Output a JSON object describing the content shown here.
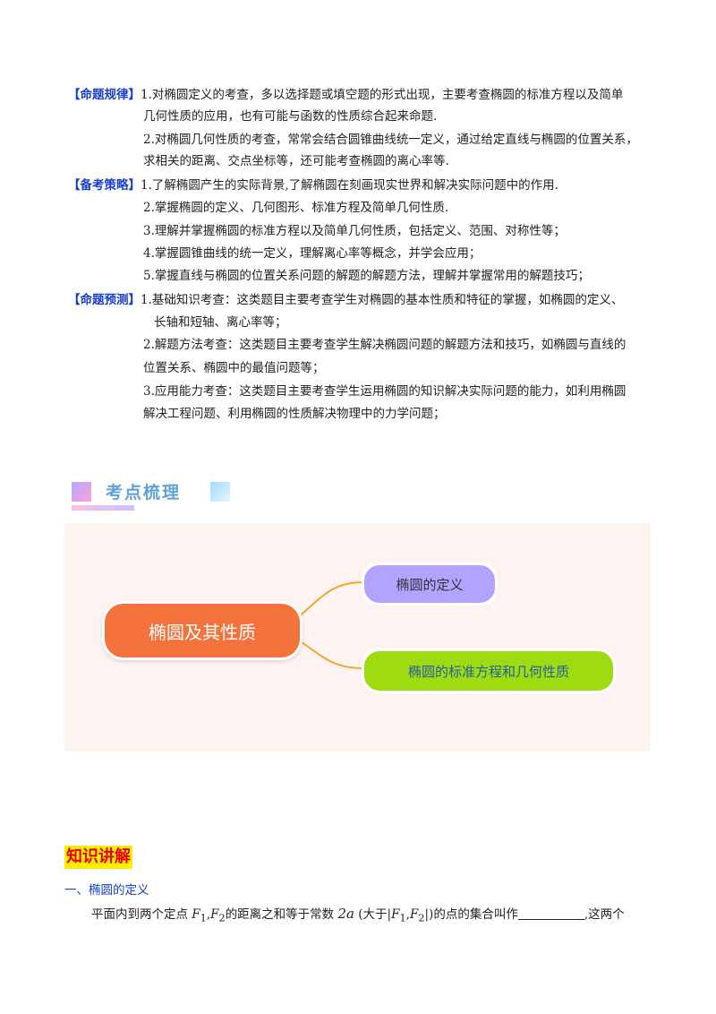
{
  "rules": {
    "tag": "【命题规律】",
    "l1": "1.对椭圆定义的考查，多以选择题或填空题的形式出现，主要考查椭圆的标准方程以及简单",
    "l2": "几何性质的应用，也有可能与函数的性质综合起来命题.",
    "l3": "2.对椭圆几何性质的考查，常常会结合圆锥曲线统一定义，通过给定直线与椭圆的位置关系，",
    "l4": "求相关的距离、交点坐标等，还可能考查椭圆的离心率等."
  },
  "strategy": {
    "tag": "【备考策略】",
    "l1": "1.了解椭圆产生的实际背景,了解椭圆在刻画现实世界和解决实际问题中的作用.",
    "l2": "2.掌握椭圆的定义、几何图形、标准方程及简单几何性质.",
    "l3": "3.理解并掌握椭圆的标准方程以及简单几何性质，包括定义、范围、对称性等；",
    "l4": "4.掌握圆锥曲线的统一定义，理解离心率等概念，并学会应用；",
    "l5": "5.掌握直线与椭圆的位置关系问题的解题的解题方法，理解并掌握常用的解题技巧；"
  },
  "forecast": {
    "tag": "【命题预测】",
    "l1": "1.基础知识考查：这类题目主要考查学生对椭圆的基本性质和特征的掌握，如椭圆的定义、",
    "l2": "长轴和短轴、离心率等；",
    "l3": "2.解题方法考查：这类题目主要考查学生解决椭圆问题的解题方法和技巧，如椭圆与直线的",
    "l4": "位置关系、椭圆中的最值问题等；",
    "l5": "3.应用能力考查：这类题目主要考查学生运用椭圆的知识解决实际问题的能力，如利用椭圆",
    "l6": "解决工程问题、利用椭圆的性质解决物理中的力学问题；"
  },
  "section_header": "考点梳理",
  "mindmap": {
    "root": "椭圆及其性质",
    "child1": "椭圆的定义",
    "child2": "椭圆的标准方程和几何性质"
  },
  "knowledge": {
    "title": "知识讲解",
    "sec1": "一、椭圆的定义",
    "p1_a": "平面内到两个定点",
    "f1": "F",
    "sub1": "1",
    "comma": ",",
    "f2": "F",
    "sub2": "2",
    "p1_b": "的距离之和等于常数",
    "twoa": "2a",
    "p1_c": "(大于|",
    "p1_d": "|)的点的集合叫作",
    "p1_e": ",这两个"
  }
}
